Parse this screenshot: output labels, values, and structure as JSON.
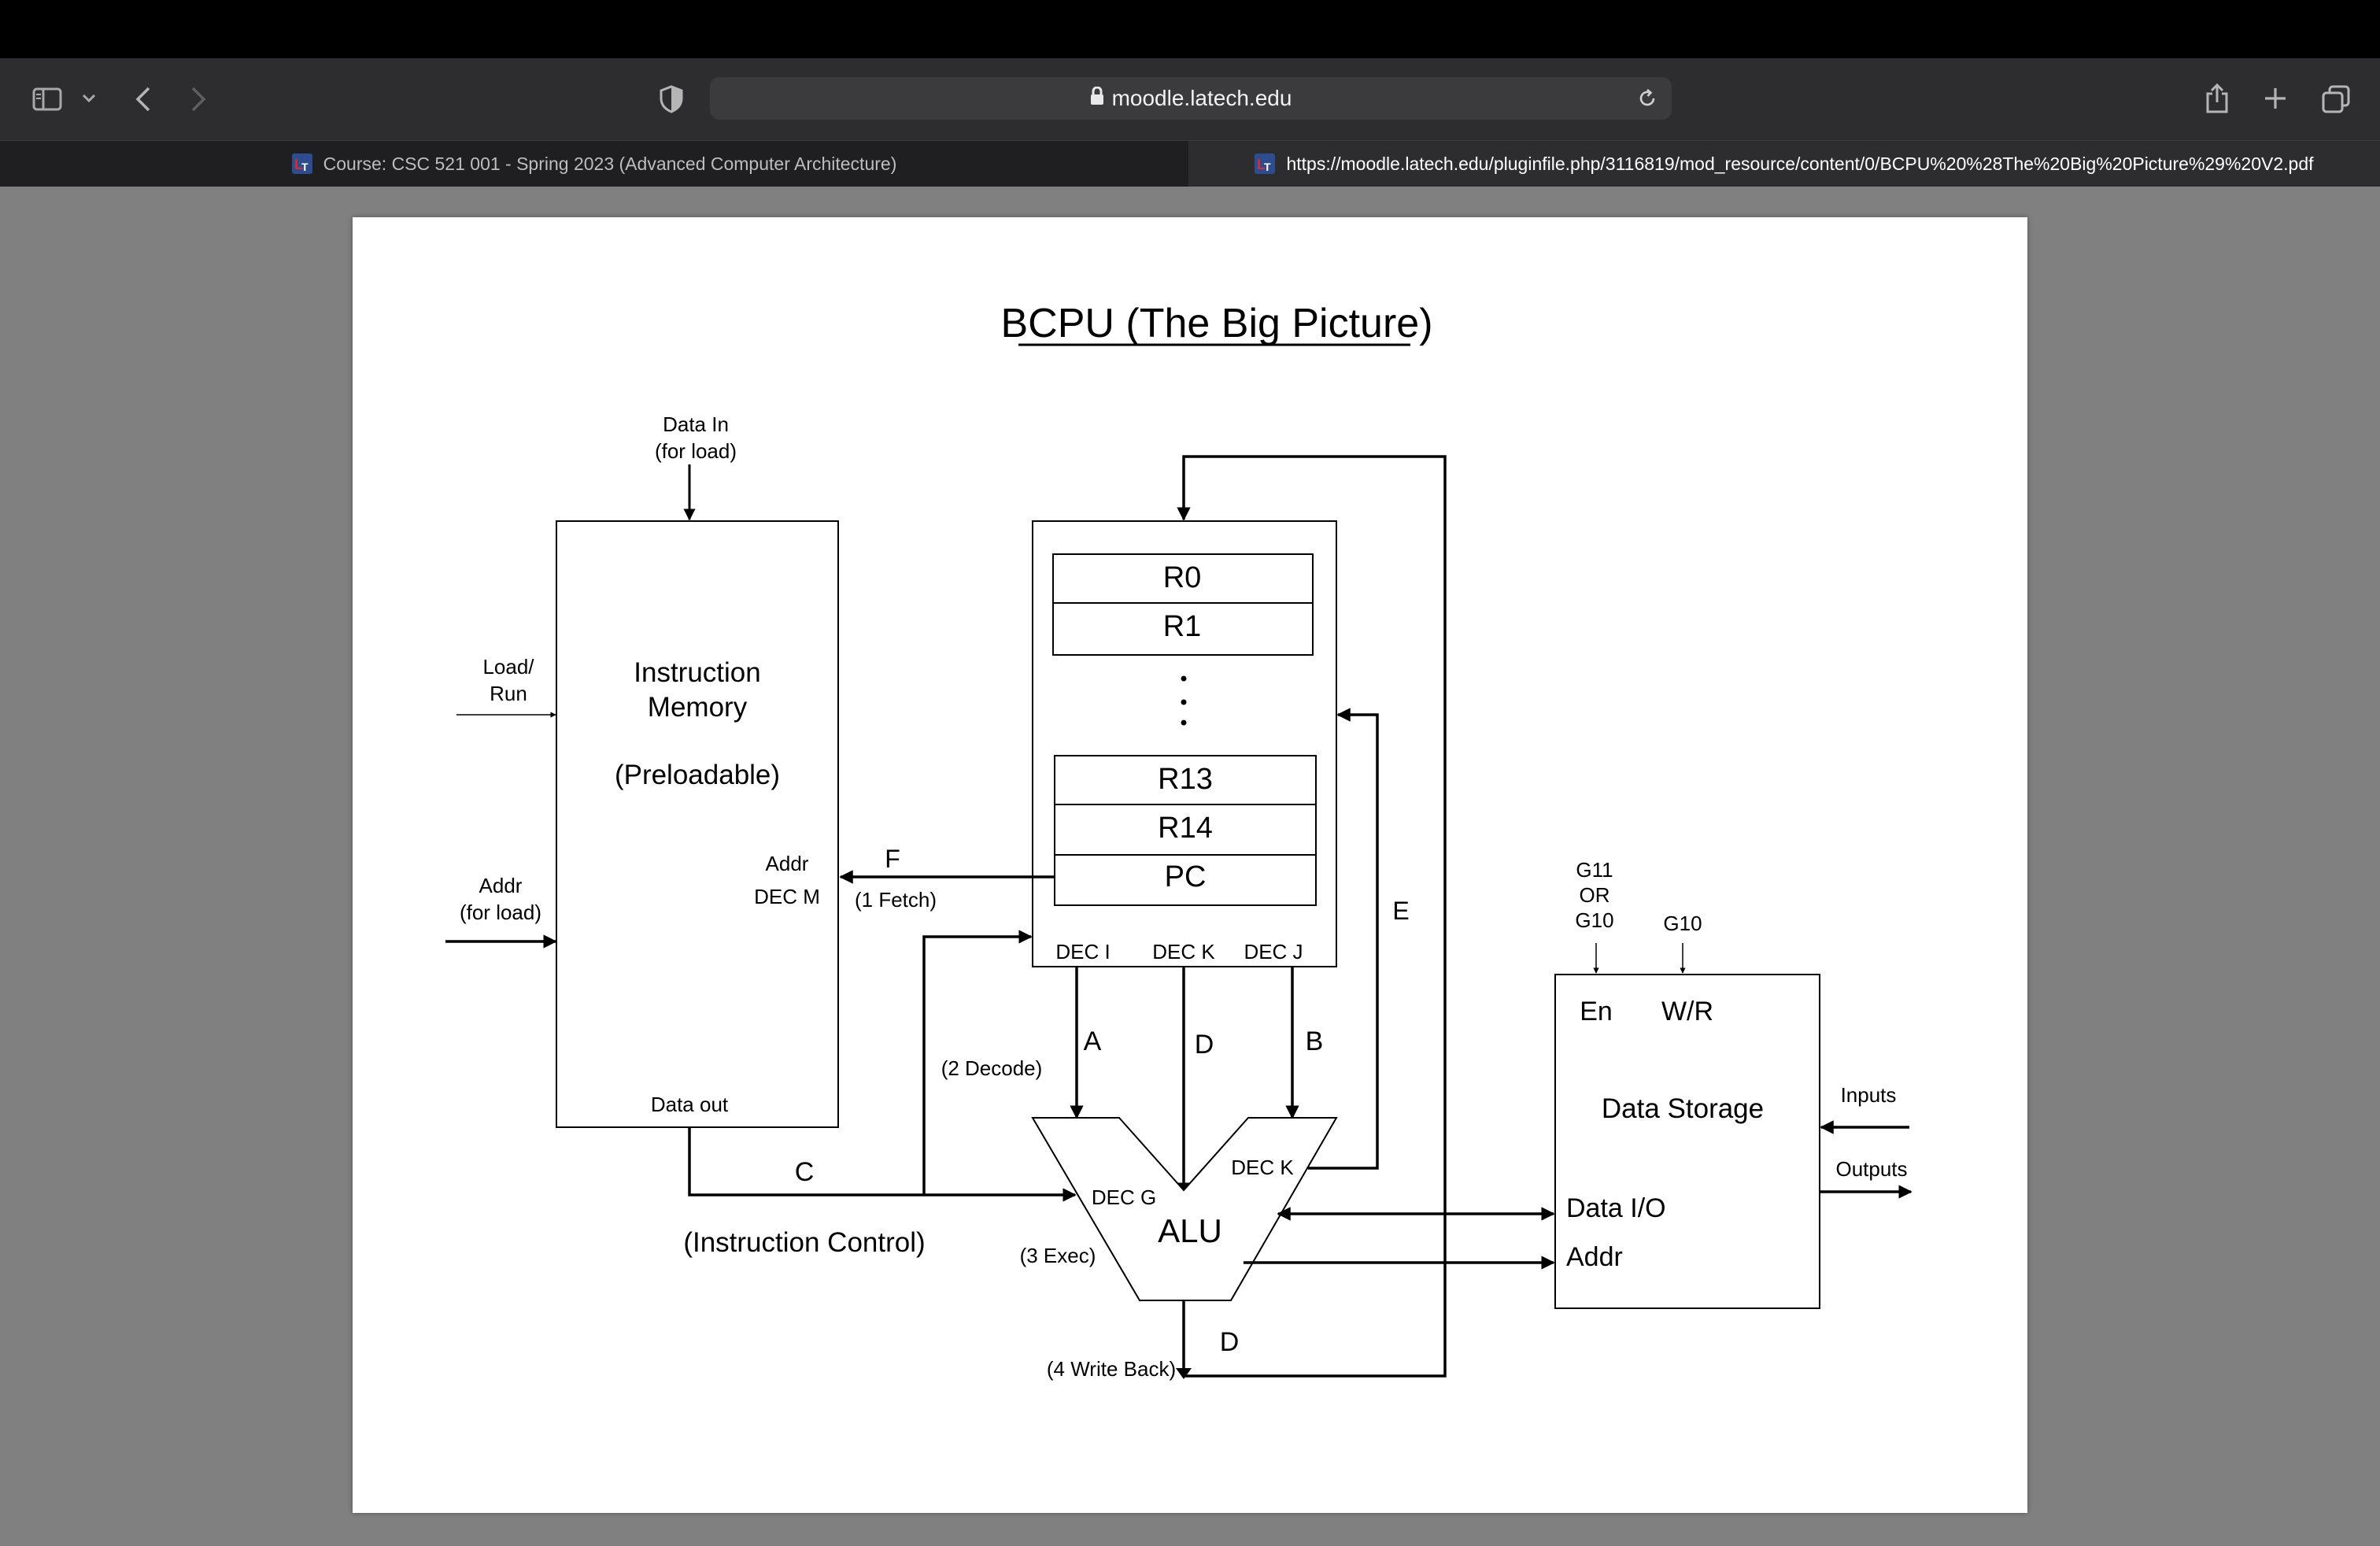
{
  "browser": {
    "url_domain": "moodle.latech.edu",
    "tabs": [
      {
        "label": "Course: CSC 521 001 - Spring 2023 (Advanced Computer Architecture)",
        "active": false
      },
      {
        "label": "https://moodle.latech.edu/pluginfile.php/3116819/mod_resource/content/0/BCPU%20%28The%20Big%20Picture%29%20V2.pdf",
        "active": true
      }
    ],
    "icons": [
      "sidebar-icon",
      "chevron-down-icon",
      "back-icon",
      "forward-icon",
      "shield-icon",
      "lock-icon",
      "reload-icon",
      "share-icon",
      "plus-icon",
      "tabs-icon"
    ]
  },
  "diagram": {
    "title": "BCPU (The Big Picture)",
    "instruction_memory": {
      "line1": "Instruction",
      "line2": "Memory",
      "line3": "(Preloadable)",
      "addr": "Addr",
      "dec_m": "DEC M",
      "data_out": "Data out"
    },
    "data_in": {
      "line1": "Data In",
      "line2": "(for load)"
    },
    "load_run": {
      "line1": "Load/",
      "line2": "Run"
    },
    "addr_load": {
      "line1": "Addr",
      "line2": "(for load)"
    },
    "registers": {
      "r0": "R0",
      "r1": "R1",
      "dots": "⋮",
      "r13": "R13",
      "r14": "R14",
      "pc": "PC",
      "dec_i": "DEC I",
      "dec_k": "DEC K",
      "dec_j": "DEC J"
    },
    "labels": {
      "f": "F",
      "fetch": "(1 Fetch)",
      "e": "E",
      "a": "A",
      "d_top": "D",
      "b": "B",
      "decode": "(2 Decode)",
      "c": "C",
      "instruction_control": "(Instruction Control)",
      "exec": "(3 Exec)",
      "d_bottom": "D",
      "write_back": "(4 Write Back)"
    },
    "alu": {
      "name": "ALU",
      "dec_g": "DEC G",
      "dec_k": "DEC K"
    },
    "data_storage": {
      "name": "Data Storage",
      "en": "En",
      "wr": "W/R",
      "data_io": "Data I/O",
      "addr": "Addr",
      "g11_line1": "G11",
      "g11_line2": "OR",
      "g11_line3": "G10",
      "g10": "G10",
      "inputs": "Inputs",
      "outputs": "Outputs"
    }
  }
}
